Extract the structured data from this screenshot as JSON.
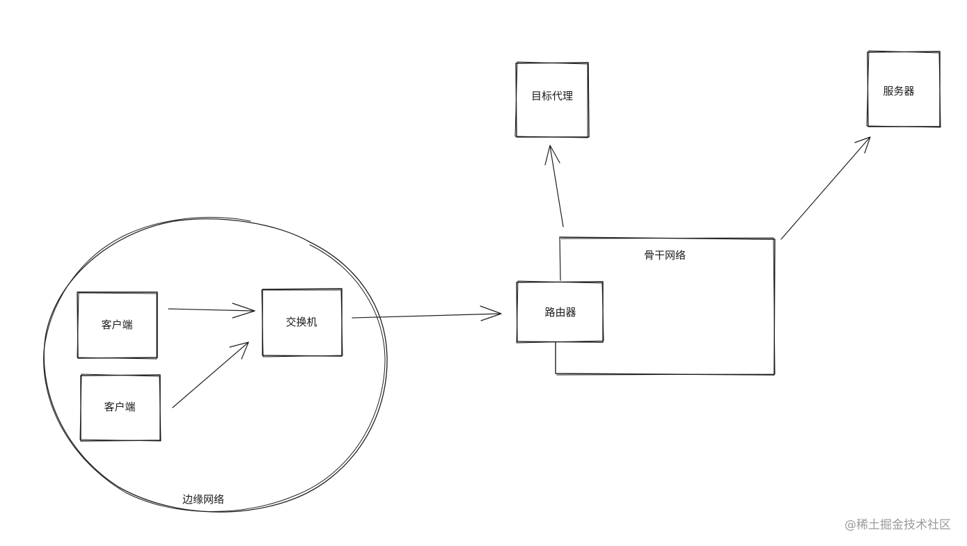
{
  "nodes": {
    "client1": "客户端",
    "client2": "客户端",
    "switch": "交换机",
    "router": "路由器",
    "target_proxy": "目标代理",
    "server": "服务器"
  },
  "regions": {
    "edge_network": "边缘网络",
    "backbone_network": "骨干网络"
  },
  "watermark": "@稀土掘金技术社区",
  "colors": {
    "stroke": "#1e1e1e",
    "watermark": "#9a9a9a"
  }
}
